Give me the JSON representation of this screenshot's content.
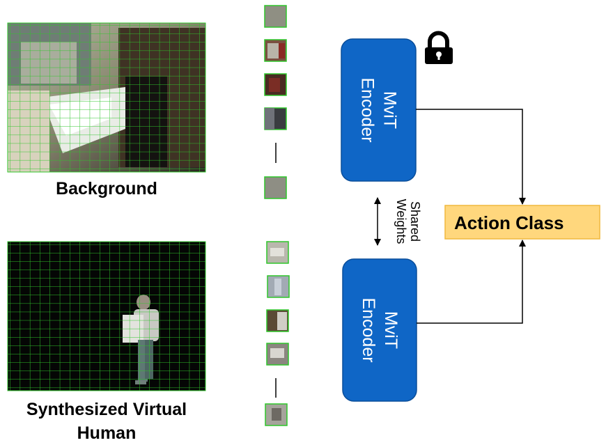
{
  "inputs": [
    {
      "label": "Background"
    },
    {
      "label_lines": [
        "Synthesized Virtual",
        "Human"
      ]
    }
  ],
  "encoders": [
    {
      "label_lines": [
        "MviT",
        "Encoder"
      ],
      "frozen": true
    },
    {
      "label_lines": [
        "MviT",
        "Encoder"
      ],
      "frozen": false
    }
  ],
  "shared": {
    "label_lines": [
      "Shared",
      "Weights"
    ]
  },
  "output": {
    "label": "Action Class"
  },
  "icons": [
    "lock-icon"
  ],
  "colors": {
    "encoder_fill": "#0f66c6",
    "encoder_stroke": "#0a4e9a",
    "output_fill": "#ffd77d",
    "output_stroke": "#f0b93e",
    "grid_line": "#2fc62a"
  }
}
